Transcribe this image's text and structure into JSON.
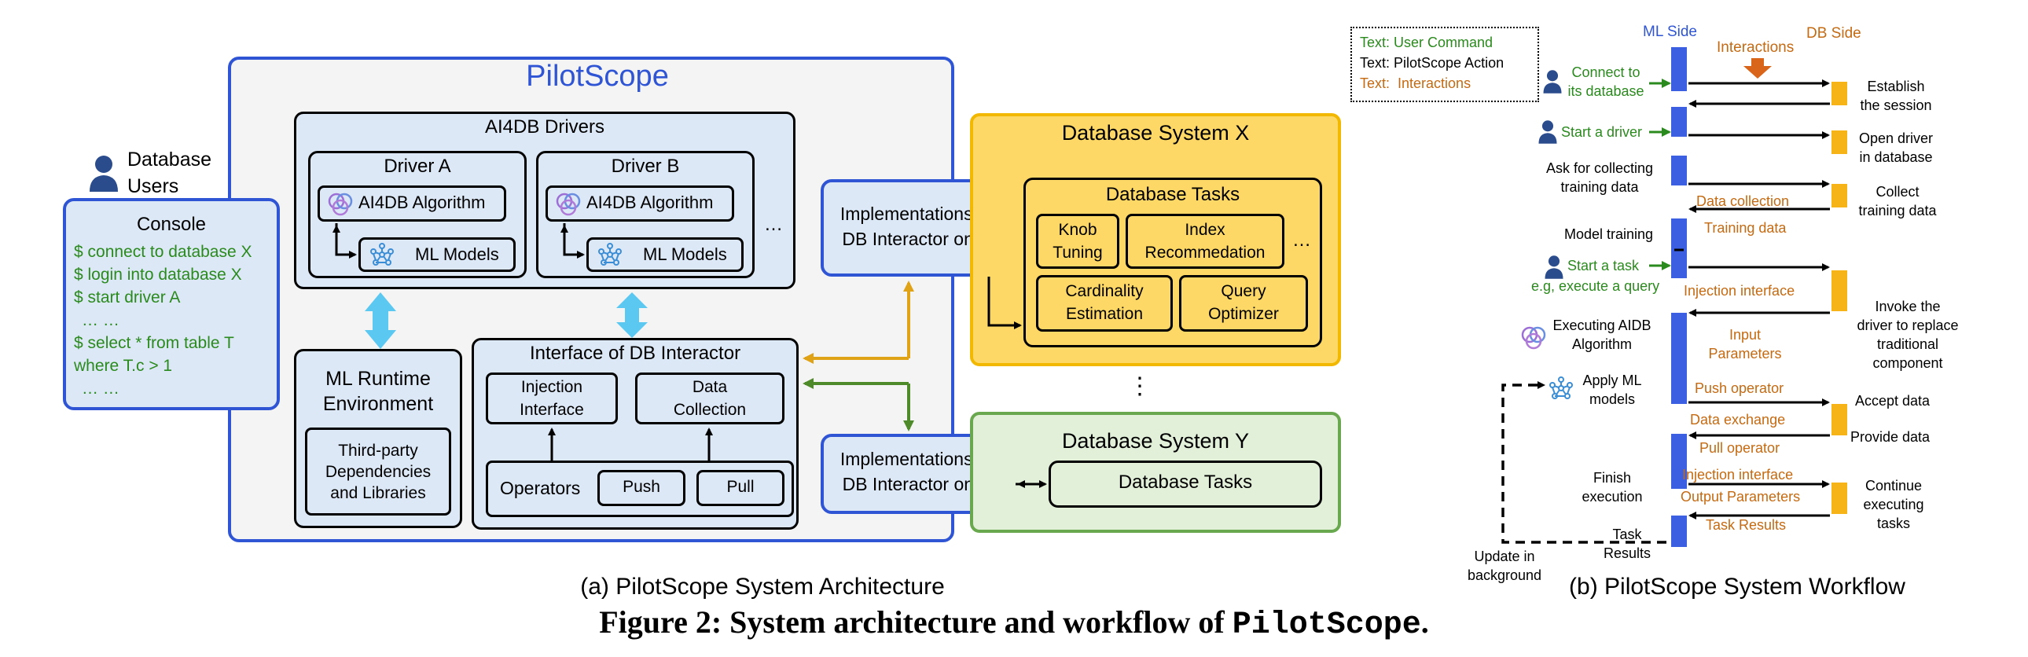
{
  "architecture": {
    "title": "PilotScope",
    "db_users": "Database\nUsers",
    "console": {
      "title": "Console",
      "lines": [
        "$ connect to database X",
        "$ login into database X",
        "$ start driver A",
        "… …",
        "$ select * from table T",
        "where T.c > 1",
        "… …"
      ]
    },
    "drivers": {
      "title": "AI4DB Drivers",
      "driver_a": "Driver A",
      "driver_b": "Driver B",
      "algorithm": "AI4DB Algorithm",
      "ml_models": "ML Models",
      "ellipsis": "…"
    },
    "runtime": {
      "title": "ML Runtime\nEnvironment",
      "deps": "Third-party\nDependencies\nand Libraries"
    },
    "interactor": {
      "title": "Interface of DB Interactor",
      "injection": "Injection\nInterface",
      "collection": "Data\nCollection",
      "operators": "Operators",
      "push": "Push",
      "pull": "Pull"
    },
    "impl_x": "Implementations of\nDB Interactor on X",
    "impl_y": "Implementations of\nDB Interactor on Y",
    "db_x": {
      "title": "Database System X",
      "tasks_title": "Database Tasks",
      "knob": "Knob\nTuning",
      "index": "Index\nRecommedation",
      "card": "Cardinality\nEstimation",
      "query": "Query\nOptimizer",
      "ellipsis": "…"
    },
    "vdots": "⋮",
    "db_y": {
      "title": "Database System Y",
      "tasks": "Database Tasks"
    },
    "caption": "(a) PilotScope System Architecture"
  },
  "workflow": {
    "legend": {
      "user": "Text: User Command",
      "action": "Text: PilotScope Action",
      "interactions": "Text:  Interactions"
    },
    "ml_side": "ML Side",
    "db_side": "DB Side",
    "interactions": "Interactions",
    "left_labels": {
      "connect": "Connect to\nits database",
      "start_driver": "Start a driver",
      "ask": "Ask for collecting\ntraining data",
      "model_training": "Model training",
      "start_task": "Start a task",
      "eg": "e.g, execute a query",
      "executing": "Executing AIDB\nAlgorithm",
      "apply": "Apply ML\nmodels",
      "finish": "Finish\nexecution",
      "task_results": "Task\nResults",
      "update": "Update in\nbackground"
    },
    "right_labels": {
      "establish": "Establish\nthe session",
      "open": "Open driver\nin database",
      "collect": "Collect\ntraining data",
      "invoke": "Invoke the\ndriver to replace\ntraditional\ncomponent",
      "accept": "Accept data",
      "provide": "Provide data",
      "continue": "Continue\nexecuting\ntasks"
    },
    "mid_labels": {
      "data_collection": "Data collection",
      "training_data": "Training data",
      "injection": "Injection interface",
      "input_params": "Input\nParameters",
      "push_op": "Push operator",
      "data_exchange": "Data exchange",
      "pull_op": "Pull operator",
      "injection2": "Injection interface",
      "output_params": "Output Parameters",
      "task_results": "Task Results"
    },
    "caption": "(b) PilotScope System Workflow"
  },
  "figure_caption": {
    "prefix": "Figure 2: System architecture and workflow of ",
    "name": "PilotScope",
    "suffix": "."
  },
  "colors": {
    "blue": "#2f55d4",
    "green": "#2b8a1e",
    "orange": "#c46a12",
    "light_blue_fill": "#dde8f7",
    "yellow_fill": "#fdd866",
    "yellow_border": "#f2b800",
    "green_fill": "#e2efd9",
    "green_border": "#6aa84f",
    "arrow_cyan": "#5bc8f2",
    "arrow_gold": "#e0a217",
    "arrow_green": "#4f8a2a"
  }
}
